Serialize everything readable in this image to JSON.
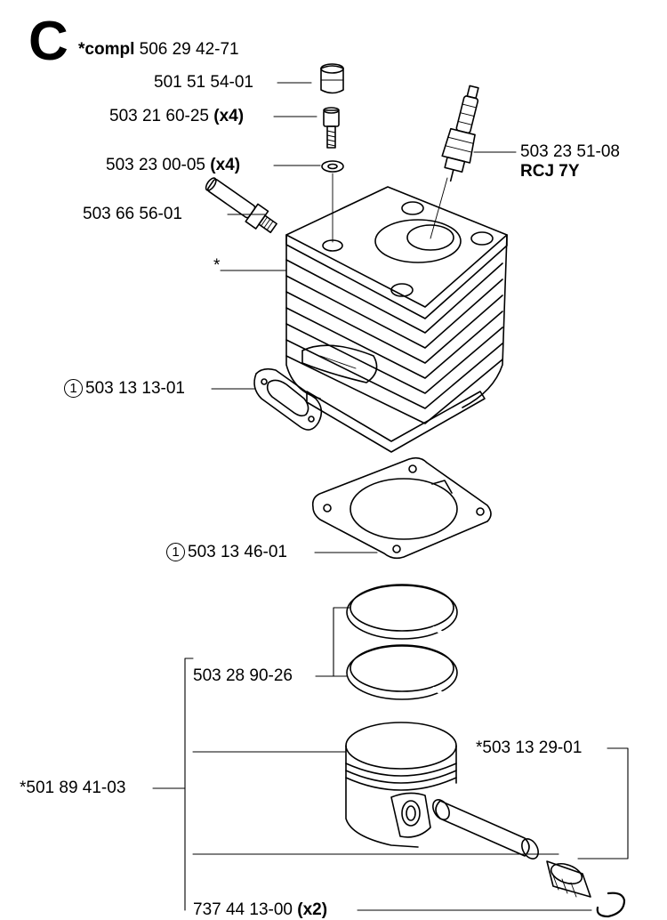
{
  "section_letter": "C",
  "header": {
    "compl_label": "*compl",
    "compl_part": "506 29 42-71"
  },
  "parts": {
    "plug_cap": "501 51 54-01",
    "screw": {
      "number": "503 21 60-25",
      "qty": "(x4)"
    },
    "washer": {
      "number": "503 23 00-05",
      "qty": "(x4)"
    },
    "spark_plug": {
      "number": "503 23 51-08",
      "type": "RCJ 7Y"
    },
    "decomp_valve": "503 66 56-01",
    "cylinder_marker": "*",
    "exhaust_gasket": {
      "ref": "1",
      "number": "503 13 13-01"
    },
    "base_gasket": {
      "ref": "1",
      "number": "503 13 46-01"
    },
    "piston_rings": "503 28 90-26",
    "needle_bearing": "*503 13 29-01",
    "piston_kit": "*501 89 41-03",
    "circlip": {
      "number": "737 44 13-00",
      "qty": "(x2)"
    }
  }
}
